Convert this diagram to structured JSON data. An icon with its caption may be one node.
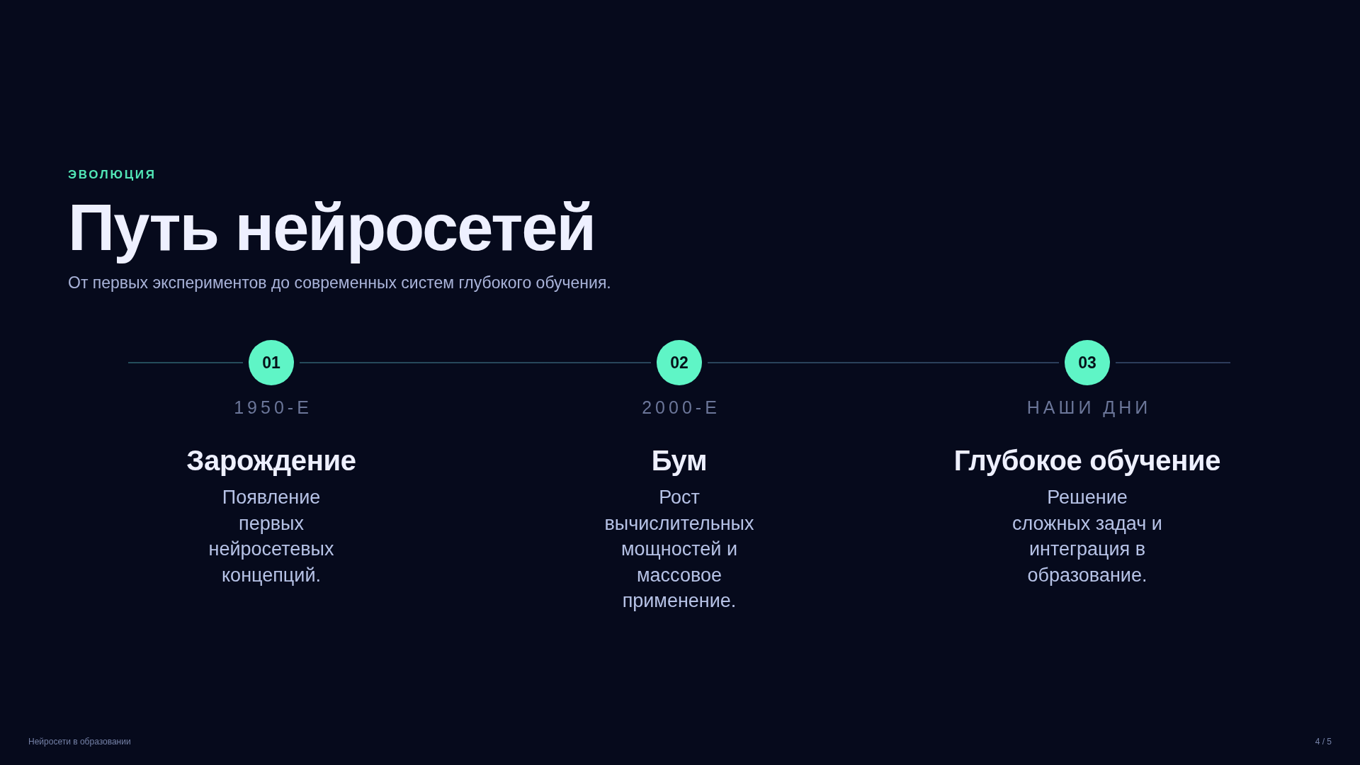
{
  "diagram": {
    "title": "Путь нейросетей",
    "nodes": [
      {
        "text": [
          "01"
        ],
        "beside": [
          "1950-Е",
          "Зарождение",
          "Появление первых нейросетевых концепций."
        ]
      },
      {
        "text": [
          "02"
        ],
        "beside": [
          "2000-Е",
          "Бум",
          "Рост вычислительных мощностей и массовое применение."
        ]
      },
      {
        "text": [
          "03"
        ],
        "beside": [
          "НАШИ ДНИ",
          "Глубокое обучение",
          "Решение сложных задач и интеграция в образование."
        ]
      }
    ],
    "edges": [
      {
        "from": null,
        "to": 0,
        "arrow": "none"
      },
      {
        "from": 0,
        "to": 1,
        "arrow": "none"
      },
      {
        "from": 1,
        "to": 2,
        "arrow": "none"
      },
      {
        "from": 2,
        "to": null,
        "arrow": "none"
      }
    ],
    "labels": [
      "ЭВОЛЮЦИЯ",
      "От первых экспериментов до современных систем глубокого обучения.",
      "Нейросети в образовании",
      "4 / 5"
    ]
  }
}
